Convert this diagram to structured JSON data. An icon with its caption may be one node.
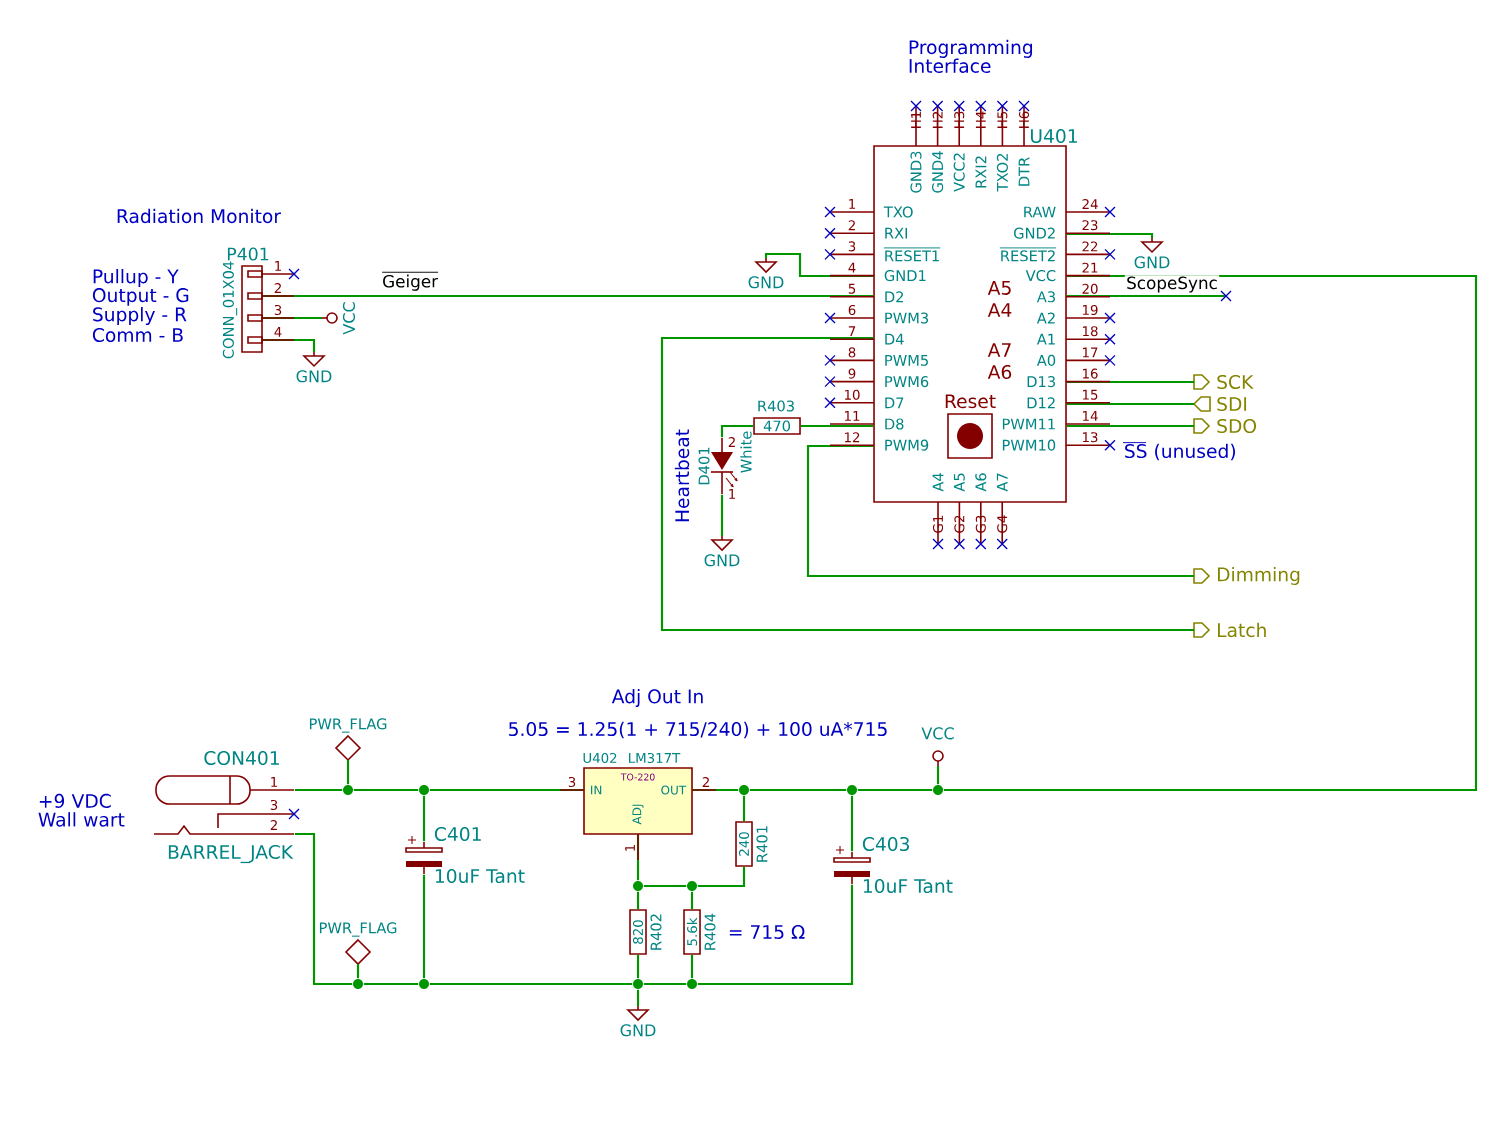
{
  "diagram": {
    "nodes": [
      {
        "text": [
          "P401",
          "CONN_01X04"
        ]
      },
      {
        "text": [
          "VCC"
        ]
      },
      {
        "text": [
          "GND"
        ]
      },
      {
        "text": [
          "U401"
        ]
      },
      {
        "text": [
          "Reset"
        ],
        "in": 3
      },
      {
        "text": [
          "GND"
        ]
      },
      {
        "text": [
          "GND"
        ]
      },
      {
        "text": [
          "SCK"
        ]
      },
      {
        "text": [
          "SDI"
        ]
      },
      {
        "text": [
          "SDO"
        ]
      },
      {
        "text": [
          "R403",
          "470"
        ]
      },
      {
        "text": [
          "D401",
          "White"
        ],
        "beside": [
          "Heartbeat"
        ]
      },
      {
        "text": [
          "GND"
        ]
      },
      {
        "text": [
          "Dimming"
        ]
      },
      {
        "text": [
          "Latch"
        ]
      },
      {
        "text": [
          "CON401",
          "BARREL_JACK"
        ]
      },
      {
        "text": [
          "PWR_FLAG"
        ]
      },
      {
        "text": [
          "C401",
          "10uF Tant"
        ]
      },
      {
        "text": [
          "U402",
          "LM317T",
          "TO-220",
          "IN",
          "OUT",
          "ADJ"
        ]
      },
      {
        "text": [
          "240",
          "R401"
        ]
      },
      {
        "text": [
          "C403",
          "10uF Tant"
        ]
      },
      {
        "text": [
          "VCC"
        ]
      },
      {
        "text": [
          "820",
          "R402"
        ]
      },
      {
        "text": [
          "5.6k",
          "R404"
        ]
      },
      {
        "text": [
          "GND"
        ]
      },
      {
        "text": [
          "PWR_FLAG"
        ]
      },
      {
        "text": [],
        "shape": "circle"
      },
      {
        "text": [],
        "shape": "circle"
      },
      {
        "text": [],
        "shape": "circle"
      },
      {
        "text": [],
        "shape": "circle"
      },
      {
        "text": [],
        "shape": "circle"
      },
      {
        "text": [],
        "shape": "circle"
      },
      {
        "text": [],
        "shape": "circle"
      },
      {
        "text": [],
        "shape": "circle"
      },
      {
        "text": [],
        "shape": "circle"
      },
      {
        "text": [],
        "shape": "circle"
      },
      {
        "text": [],
        "shape": "circle"
      }
    ],
    "edges": [
      {
        "from": 0,
        "to": 3,
        "arrow": "none",
        "label": "Geiger"
      },
      {
        "from": 0,
        "to": 1,
        "arrow": "none"
      },
      {
        "from": 0,
        "to": 2,
        "arrow": "none"
      },
      {
        "from": 3,
        "to": 5,
        "arrow": "none"
      },
      {
        "from": 3,
        "to": 6,
        "arrow": "none"
      },
      {
        "from": 3,
        "to": null,
        "arrow": "none",
        "label": "ScopeSync"
      },
      {
        "from": 3,
        "to": 7,
        "arrow": "none"
      },
      {
        "from": 3,
        "to": 8,
        "arrow": "none"
      },
      {
        "from": 3,
        "to": 9,
        "arrow": "none"
      },
      {
        "from": 3,
        "to": 10,
        "arrow": "none"
      },
      {
        "from": 10,
        "to": 11,
        "arrow": "none"
      },
      {
        "from": 11,
        "to": 12,
        "arrow": "none"
      },
      {
        "from": 3,
        "to": 13,
        "arrow": "none"
      },
      {
        "from": 3,
        "to": 14,
        "arrow": "none"
      },
      {
        "from": 3,
        "to": 30,
        "arrow": "none"
      },
      {
        "from": 15,
        "to": 26,
        "arrow": "none"
      },
      {
        "from": 26,
        "to": 16,
        "arrow": "none"
      },
      {
        "from": 26,
        "to": 27,
        "arrow": "none"
      },
      {
        "from": 27,
        "to": 17,
        "arrow": "none"
      },
      {
        "from": 27,
        "to": 18,
        "arrow": "none"
      },
      {
        "from": 18,
        "to": 28,
        "arrow": "none"
      },
      {
        "from": 28,
        "to": 19,
        "arrow": "none"
      },
      {
        "from": 28,
        "to": 29,
        "arrow": "none"
      },
      {
        "from": 29,
        "to": 20,
        "arrow": "none"
      },
      {
        "from": 29,
        "to": 30,
        "arrow": "none"
      },
      {
        "from": 30,
        "to": 21,
        "arrow": "none"
      },
      {
        "from": 15,
        "to": 31,
        "arrow": "none"
      },
      {
        "from": 31,
        "to": 25,
        "arrow": "none"
      },
      {
        "from": 31,
        "to": 32,
        "arrow": "none"
      },
      {
        "from": 32,
        "to": 17,
        "arrow": "none"
      },
      {
        "from": 32,
        "to": 33,
        "arrow": "none"
      },
      {
        "from": 33,
        "to": 22,
        "arrow": "none"
      },
      {
        "from": 33,
        "to": 24,
        "arrow": "none"
      },
      {
        "from": 33,
        "to": 34,
        "arrow": "none"
      },
      {
        "from": 34,
        "to": 23,
        "arrow": "none"
      },
      {
        "from": 34,
        "to": 20,
        "arrow": "none"
      },
      {
        "from": 18,
        "to": 35,
        "arrow": "none"
      },
      {
        "from": 35,
        "to": 22,
        "arrow": "none"
      },
      {
        "from": 35,
        "to": 36,
        "arrow": "none"
      },
      {
        "from": 36,
        "to": 23,
        "arrow": "none"
      },
      {
        "from": 36,
        "to": 19,
        "arrow": "none"
      }
    ],
    "labels": [
      "Radiation Monitor",
      "Pullup - Y",
      "Output - G",
      "Supply - R",
      "Comm - B",
      "1",
      "2",
      "3",
      "4",
      "Programming Interface",
      "H1",
      "H2",
      "H3",
      "H4",
      "H5",
      "H6",
      "GND3",
      "GND4",
      "VCC2",
      "RXI2",
      "TXO2",
      "DTR",
      "1",
      "2",
      "3",
      "4",
      "5",
      "6",
      "7",
      "8",
      "9",
      "10",
      "11",
      "12",
      "TXO",
      "RXI",
      "RESET1",
      "GND1",
      "D2",
      "PWM3",
      "D4",
      "PWM5",
      "PWM6",
      "D7",
      "D8",
      "PWM9",
      "24",
      "23",
      "22",
      "21",
      "20",
      "19",
      "18",
      "17",
      "16",
      "15",
      "14",
      "13",
      "RAW",
      "GND2",
      "RESET2",
      "VCC",
      "A3",
      "A2",
      "A1",
      "A0",
      "D13",
      "D12",
      "PWM11",
      "PWM10",
      "A5",
      "A4",
      "A7",
      "A6",
      "A4",
      "A5",
      "A6",
      "A7",
      "G1",
      "G2",
      "G3",
      "G4",
      "SS (unused)",
      "+9 VDC Wall wart",
      "1",
      "3",
      "2",
      "3",
      "2",
      "1",
      "2",
      "1",
      "Adj Out In",
      "5.05 = 1.25(1 + 715/240) + 100 uA*715",
      "= 715 Ω"
    ]
  }
}
